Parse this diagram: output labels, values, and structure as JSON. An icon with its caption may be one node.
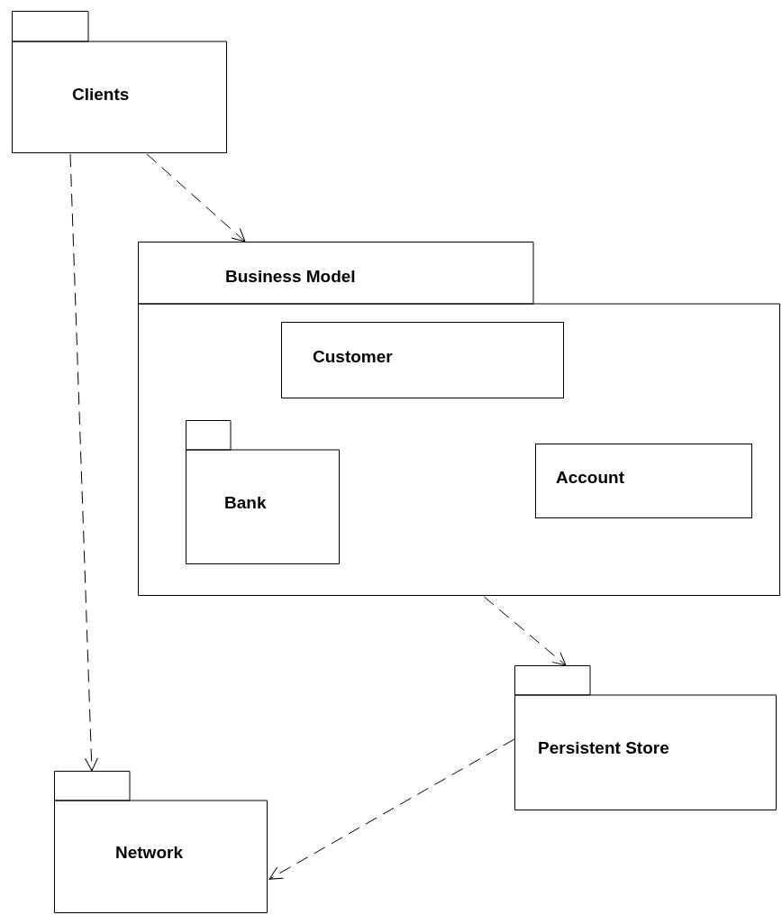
{
  "diagram": {
    "nodes": [
      {
        "text": [
          "Clients"
        ]
      },
      {
        "text": [
          "Business Model"
        ]
      },
      {
        "text": [
          "Customer"
        ],
        "in": 1
      },
      {
        "text": [
          "Bank"
        ],
        "in": 1
      },
      {
        "text": [
          "Account"
        ],
        "in": 1
      },
      {
        "text": [
          "Persistent Store"
        ]
      },
      {
        "text": [
          "Network"
        ]
      }
    ],
    "edges": [
      {
        "from": 0,
        "to": 1,
        "arrow": "to",
        "style": "dashed"
      },
      {
        "from": 0,
        "to": 6,
        "arrow": "to",
        "style": "dashed"
      },
      {
        "from": 1,
        "to": 5,
        "arrow": "to",
        "style": "dashed"
      },
      {
        "from": 5,
        "to": 6,
        "arrow": "to",
        "style": "dashed"
      }
    ]
  }
}
